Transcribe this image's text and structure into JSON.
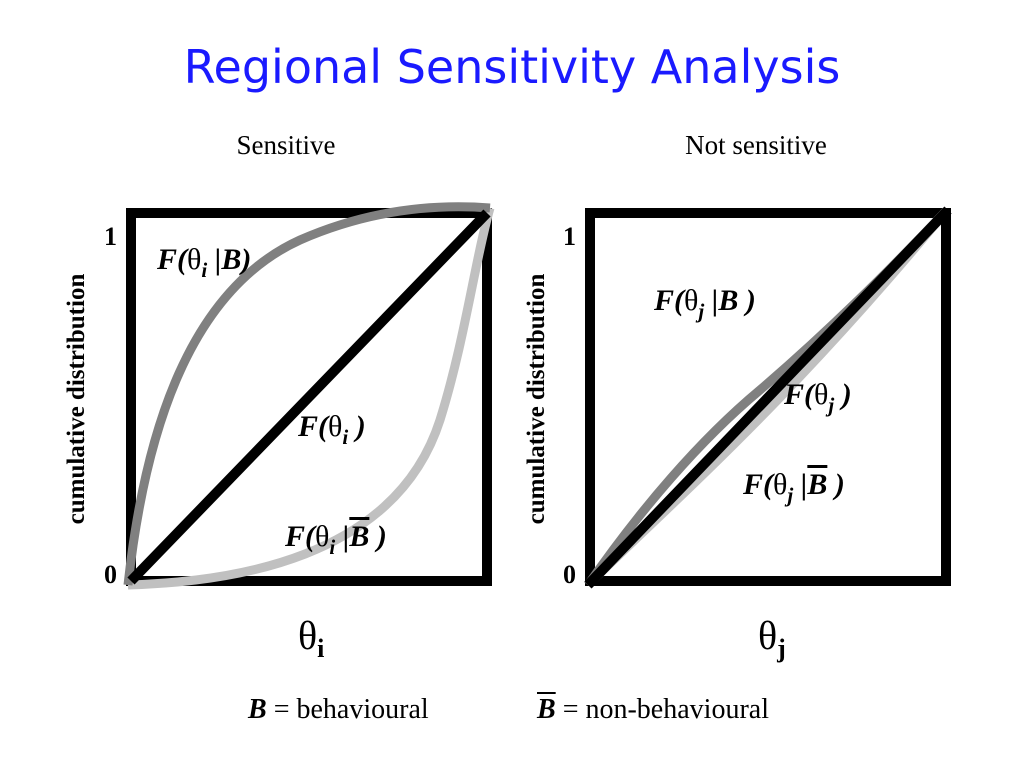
{
  "title": "Regional Sensitivity Analysis",
  "panels": [
    {
      "heading": "Sensitive",
      "y_axis_label": "cumulative distribution",
      "tick_top": "1",
      "tick_bottom": "0",
      "x_symbol": "θ",
      "x_sub": "i",
      "labels": {
        "fb_F": "F(",
        "fb_sym": "θ",
        "fb_sub": "i",
        "fb_bar": " |",
        "fb_B": "B",
        "fb_close": ")",
        "f_F": "F(",
        "f_sym": "θ",
        "f_sub": "i",
        "f_close": " )",
        "fnb_F": "F(",
        "fnb_sym": "θ",
        "fnb_sub": "i",
        "fnb_bar": " |",
        "fnb_B": "B",
        "fnb_close": " )"
      }
    },
    {
      "heading": "Not sensitive",
      "y_axis_label": "cumulative distribution",
      "tick_top": "1",
      "tick_bottom": "0",
      "x_symbol": "θ",
      "x_sub": "j",
      "labels": {
        "fb_F": "F(",
        "fb_sym": "θ",
        "fb_sub": "j",
        "fb_bar": " |",
        "fb_B": "B",
        "fb_close": " )",
        "f_F": "F(",
        "f_sym": "θ",
        "f_sub": "j",
        "f_close": " )",
        "fnb_F": "F(",
        "fnb_sym": "θ",
        "fnb_sub": "j",
        "fnb_bar": " |",
        "fnb_B": "B",
        "fnb_close": " )"
      }
    }
  ],
  "legend": {
    "b_symbol": "B",
    "b_text": " = behavioural",
    "bbar_symbol": "B",
    "bbar_text": " = non-behavioural"
  },
  "colors": {
    "title": "#1a1aff",
    "prior_line": "#000000",
    "behavioural_curve": "#808080",
    "non_behavioural_curve": "#c0c0c0"
  }
}
